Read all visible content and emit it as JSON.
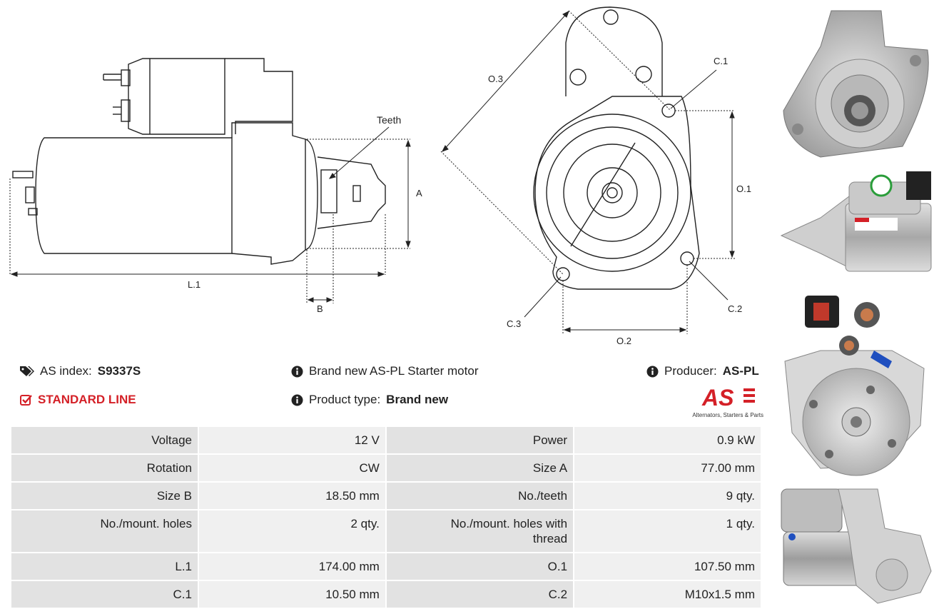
{
  "diagram": {
    "side_labels": {
      "teeth": "Teeth",
      "a": "A",
      "l1": "L.1",
      "b": "B"
    },
    "front_labels": {
      "o3": "O.3",
      "c1": "C.1",
      "o1": "O.1",
      "c2": "C.2",
      "c3": "C.3",
      "o2": "O.2"
    }
  },
  "info": {
    "as_index_label": "AS index:",
    "as_index_value": "S9337S",
    "line_label": "STANDARD LINE",
    "description": "Brand new AS-PL Starter motor",
    "product_type_label": "Product type:",
    "product_type_value": "Brand new",
    "producer_label": "Producer:",
    "producer_value": "AS-PL",
    "logo_tagline": "Alternators, Starters & Parts",
    "logo_text": "AS"
  },
  "specs": [
    {
      "l1": "Voltage",
      "v1": "12 V",
      "l2": "Power",
      "v2": "0.9 kW"
    },
    {
      "l1": "Rotation",
      "v1": "CW",
      "l2": "Size A",
      "v2": "77.00 mm"
    },
    {
      "l1": "Size B",
      "v1": "18.50 mm",
      "l2": "No./teeth",
      "v2": "9 qty."
    },
    {
      "l1": "No./mount. holes",
      "v1": "2 qty.",
      "l2": "No./mount. holes with thread",
      "v2": "1 qty."
    },
    {
      "l1": "L.1",
      "v1": "174.00 mm",
      "l2": "O.1",
      "v2": "107.50 mm"
    },
    {
      "l1": "C.1",
      "v1": "10.50 mm",
      "l2": "C.2",
      "v2": "M10x1.5 mm"
    }
  ],
  "colors": {
    "brand_red": "#d42027",
    "label_bg": "#e2e2e2",
    "value_bg": "#f0f0f0"
  }
}
